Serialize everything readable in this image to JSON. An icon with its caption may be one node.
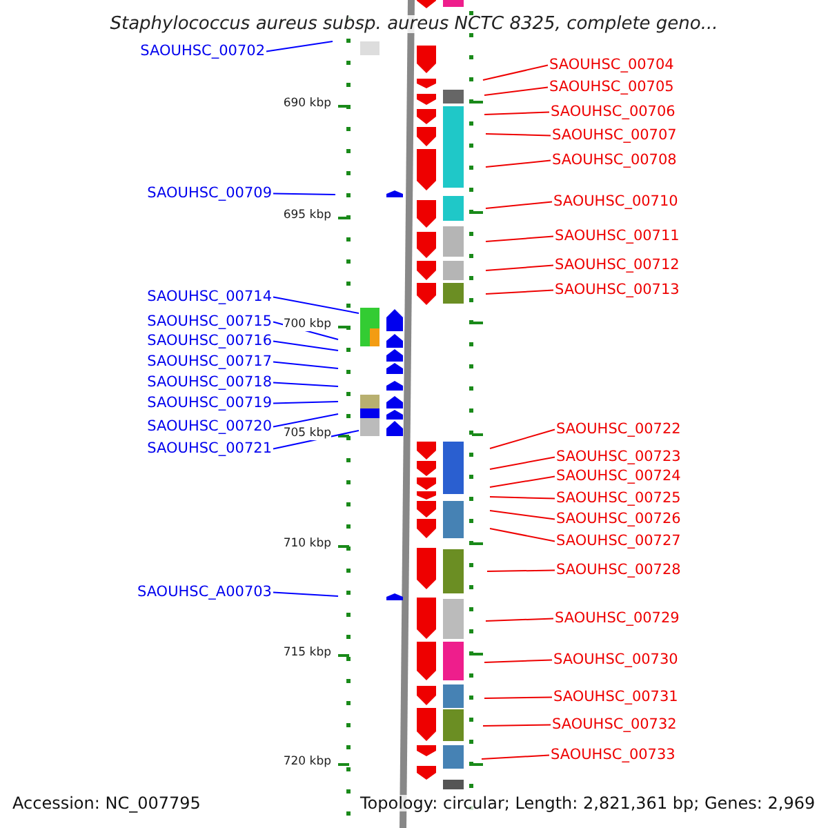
{
  "diagram": {
    "title": "Staphylococcus aureus subsp. aureus NCTC 8325, complete geno...",
    "nodes": [
      {
        "text": [
          "SAOUHSC_00702"
        ]
      },
      {
        "text": [
          "SAOUHSC_00704"
        ]
      },
      {
        "text": [
          "SAOUHSC_00705"
        ]
      },
      {
        "text": [
          "SAOUHSC_00706"
        ]
      },
      {
        "text": [
          "SAOUHSC_00707"
        ]
      },
      {
        "text": [
          "SAOUHSC_00708"
        ]
      },
      {
        "text": [
          "SAOUHSC_00709"
        ]
      },
      {
        "text": [
          "SAOUHSC_00710"
        ]
      },
      {
        "text": [
          "SAOUHSC_00711"
        ]
      },
      {
        "text": [
          "SAOUHSC_00712"
        ]
      },
      {
        "text": [
          "SAOUHSC_00713"
        ]
      },
      {
        "text": [
          "SAOUHSC_00714"
        ]
      },
      {
        "text": [
          "SAOUHSC_00715"
        ]
      },
      {
        "text": [
          "SAOUHSC_00716"
        ]
      },
      {
        "text": [
          "SAOUHSC_00717"
        ]
      },
      {
        "text": [
          "SAOUHSC_00718"
        ]
      },
      {
        "text": [
          "SAOUHSC_00719"
        ]
      },
      {
        "text": [
          "SAOUHSC_00720"
        ]
      },
      {
        "text": [
          "SAOUHSC_00721"
        ]
      },
      {
        "text": [
          "SAOUHSC_00722"
        ]
      },
      {
        "text": [
          "SAOUHSC_00723"
        ]
      },
      {
        "text": [
          "SAOUHSC_00724"
        ]
      },
      {
        "text": [
          "SAOUHSC_00725"
        ]
      },
      {
        "text": [
          "SAOUHSC_00726"
        ]
      },
      {
        "text": [
          "SAOUHSC_00727"
        ]
      },
      {
        "text": [
          "SAOUHSC_00728"
        ]
      },
      {
        "text": [
          "SAOUHSC_A00703"
        ]
      },
      {
        "text": [
          "SAOUHSC_00729"
        ]
      },
      {
        "text": [
          "SAOUHSC_00730"
        ]
      },
      {
        "text": [
          "SAOUHSC_00731"
        ]
      },
      {
        "text": [
          "SAOUHSC_00732"
        ]
      },
      {
        "text": [
          "SAOUHSC_00733"
        ]
      }
    ],
    "edges": [
      {
        "from": 0,
        "to": null,
        "arrow": "none",
        "color": "#0000ff"
      },
      {
        "from": 1,
        "to": null,
        "arrow": "none"
      },
      {
        "from": 2,
        "to": null,
        "arrow": "none"
      },
      {
        "from": 3,
        "to": null,
        "arrow": "none"
      },
      {
        "from": 4,
        "to": null,
        "arrow": "none"
      },
      {
        "from": 5,
        "to": null,
        "arrow": "none"
      },
      {
        "from": 6,
        "to": null,
        "arrow": "none",
        "color": "#0000ff"
      },
      {
        "from": 7,
        "to": null,
        "arrow": "none"
      },
      {
        "from": 8,
        "to": null,
        "arrow": "none"
      },
      {
        "from": 9,
        "to": null,
        "arrow": "none"
      },
      {
        "from": 10,
        "to": null,
        "arrow": "none"
      },
      {
        "from": 11,
        "to": null,
        "arrow": "none",
        "color": "#0000ff"
      },
      {
        "from": 12,
        "to": null,
        "arrow": "none",
        "color": "#0000ff"
      },
      {
        "from": 13,
        "to": null,
        "arrow": "none",
        "color": "#0000ff"
      },
      {
        "from": 14,
        "to": null,
        "arrow": "none",
        "color": "#0000ff"
      },
      {
        "from": 15,
        "to": null,
        "arrow": "none",
        "color": "#0000ff"
      },
      {
        "from": 16,
        "to": null,
        "arrow": "none",
        "color": "#0000ff"
      },
      {
        "from": 17,
        "to": null,
        "arrow": "none",
        "color": "#0000ff"
      },
      {
        "from": 18,
        "to": null,
        "arrow": "none",
        "color": "#0000ff"
      },
      {
        "from": 19,
        "to": null,
        "arrow": "none"
      },
      {
        "from": 20,
        "to": null,
        "arrow": "none"
      },
      {
        "from": 21,
        "to": null,
        "arrow": "none"
      },
      {
        "from": 22,
        "to": null,
        "arrow": "none"
      },
      {
        "from": 23,
        "to": null,
        "arrow": "none"
      },
      {
        "from": 24,
        "to": null,
        "arrow": "none"
      },
      {
        "from": 25,
        "to": null,
        "arrow": "none"
      },
      {
        "from": 26,
        "to": null,
        "arrow": "none",
        "color": "#0000ff"
      },
      {
        "from": 27,
        "to": null,
        "arrow": "none"
      },
      {
        "from": 28,
        "to": null,
        "arrow": "none"
      },
      {
        "from": 29,
        "to": null,
        "arrow": "none"
      },
      {
        "from": 30,
        "to": null,
        "arrow": "none"
      },
      {
        "from": 31,
        "to": null,
        "arrow": "none"
      }
    ],
    "labels": [
      "690 kbp",
      "695 kbp",
      "700 kbp",
      "705 kbp",
      "710 kbp",
      "715 kbp",
      "720 kbp",
      "Accession: NC_007795",
      "Topology: circular; Length: 2,821,361 bp; Genes: 2,969"
    ]
  }
}
